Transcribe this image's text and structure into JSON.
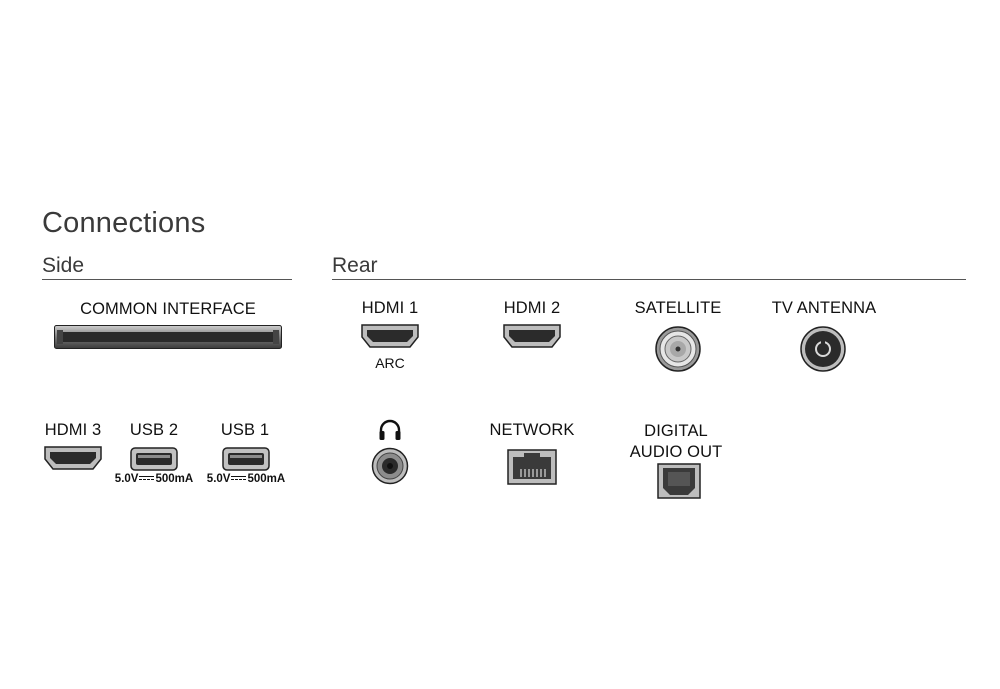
{
  "title": "Connections",
  "sections": {
    "side": "Side",
    "rear": "Rear"
  },
  "side": {
    "common_interface": "COMMON INTERFACE",
    "hdmi3": "HDMI 3",
    "usb2": {
      "label": "USB 2",
      "spec_left": "5.0V",
      "spec_right": "500mA"
    },
    "usb1": {
      "label": "USB 1",
      "spec_left": "5.0V",
      "spec_right": "500mA"
    }
  },
  "rear": {
    "hdmi1": {
      "label": "HDMI 1",
      "sub": "ARC"
    },
    "hdmi2": "HDMI 2",
    "satellite": "SATELLITE",
    "tv_antenna": "TV ANTENNA",
    "network": "NETWORK",
    "digital_audio_out": {
      "line1": "DIGITAL",
      "line2": "AUDIO OUT"
    }
  },
  "icons": {
    "common_interface": "ci-slot-icon",
    "hdmi": "hdmi-port-icon",
    "usb": "usb-port-icon",
    "satellite": "coax-f-connector-icon",
    "antenna": "antenna-connector-icon",
    "headphone": "headphone-icon",
    "audio_jack": "audio-jack-icon",
    "network": "ethernet-port-icon",
    "optical": "optical-port-icon"
  }
}
